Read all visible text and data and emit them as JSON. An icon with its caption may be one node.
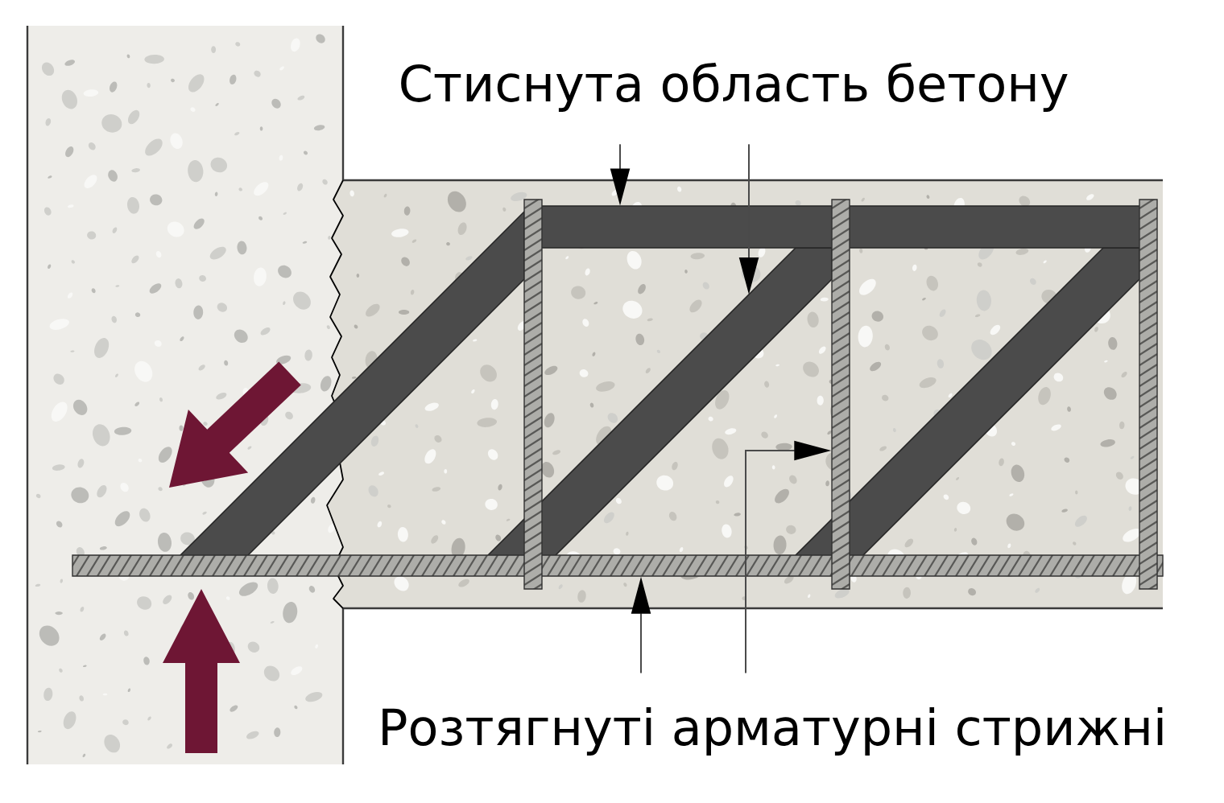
{
  "diagram": {
    "nodes": [
      {
        "text": [
          "Стиснута область бетону"
        ]
      },
      {
        "text": [],
        "shape": "bar"
      },
      {
        "text": [],
        "shape": "bar"
      },
      {
        "text": [],
        "shape": "bar"
      },
      {
        "text": [],
        "shape": "bar"
      },
      {
        "text": [],
        "shape": "bar"
      },
      {
        "text": [],
        "shape": "bar"
      },
      {
        "text": [],
        "shape": "bar"
      },
      {
        "text": [],
        "shape": "bar"
      },
      {
        "text": [
          "Розтягнуті арматурні стрижні"
        ]
      }
    ],
    "edges": [
      {
        "from": 0,
        "to": 1,
        "arrow": "to"
      },
      {
        "from": 0,
        "to": 3,
        "arrow": "to"
      },
      {
        "from": 9,
        "to": 8,
        "arrow": "to"
      },
      {
        "from": 9,
        "to": 6,
        "arrow": "to"
      }
    ]
  }
}
